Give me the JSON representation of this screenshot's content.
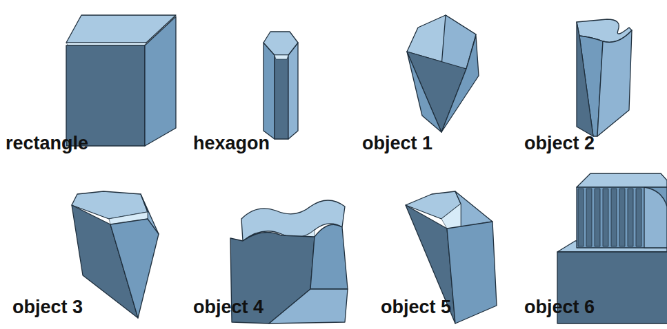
{
  "diagram": {
    "labels": [
      "rectangle",
      "hexagon",
      "object 1",
      "object 2",
      "object 3",
      "object 4",
      "object 5",
      "object 6"
    ]
  }
}
